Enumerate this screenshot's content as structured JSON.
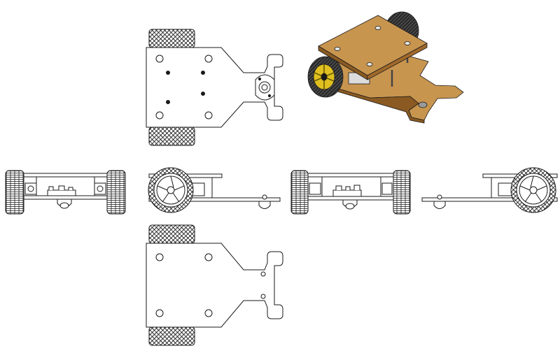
{
  "drawing": {
    "subject": "",
    "views": [
      {
        "id": "top",
        "label": ""
      },
      {
        "id": "isometric",
        "label": ""
      },
      {
        "id": "front",
        "label": ""
      },
      {
        "id": "left",
        "label": ""
      },
      {
        "id": "rear",
        "label": ""
      },
      {
        "id": "right",
        "label": ""
      },
      {
        "id": "bottom",
        "label": ""
      }
    ]
  },
  "colors": {
    "line": "#1a1a1a",
    "wood": "#c8954f",
    "wood_dark": "#8a5a22",
    "wood_edge": "#b07a3a",
    "tire": "#2a2a2a",
    "hub": "#e0c020",
    "board": "#3a7a3a",
    "paper": "#ffffff"
  }
}
